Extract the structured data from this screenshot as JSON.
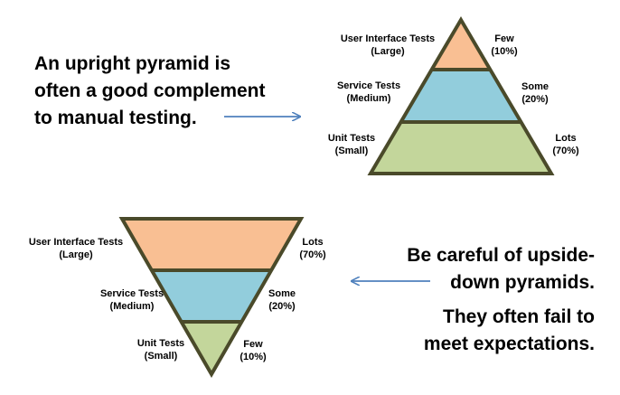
{
  "upright": {
    "caption_lines": [
      "An upright pyramid is",
      "often a good complement",
      "to manual testing."
    ],
    "tiers": [
      {
        "name": "User Interface Tests",
        "size": "(Large)",
        "amount": "Few",
        "percent": "(10%)",
        "color": "#f9bf93"
      },
      {
        "name": "Service Tests",
        "size": "(Medium)",
        "amount": "Some",
        "percent": "(20%)",
        "color": "#92cddc"
      },
      {
        "name": "Unit Tests",
        "size": "(Small)",
        "amount": "Lots",
        "percent": "(70%)",
        "color": "#c3d69b"
      }
    ]
  },
  "inverted": {
    "caption_lines": [
      "Be careful of upside-",
      "down pyramids."
    ],
    "caption2_lines": [
      "They often fail to",
      "meet expectations."
    ],
    "tiers": [
      {
        "name": "User Interface Tests",
        "size": "(Large)",
        "amount": "Lots",
        "percent": "(70%)",
        "color": "#f9bf93"
      },
      {
        "name": "Service Tests",
        "size": "(Medium)",
        "amount": "Some",
        "percent": "(20%)",
        "color": "#92cddc"
      },
      {
        "name": "Unit Tests",
        "size": "(Small)",
        "amount": "Few",
        "percent": "(10%)",
        "color": "#c3d69b"
      }
    ]
  },
  "colors": {
    "outline": "#4a4a2a",
    "arrow": "#4f81bd"
  }
}
